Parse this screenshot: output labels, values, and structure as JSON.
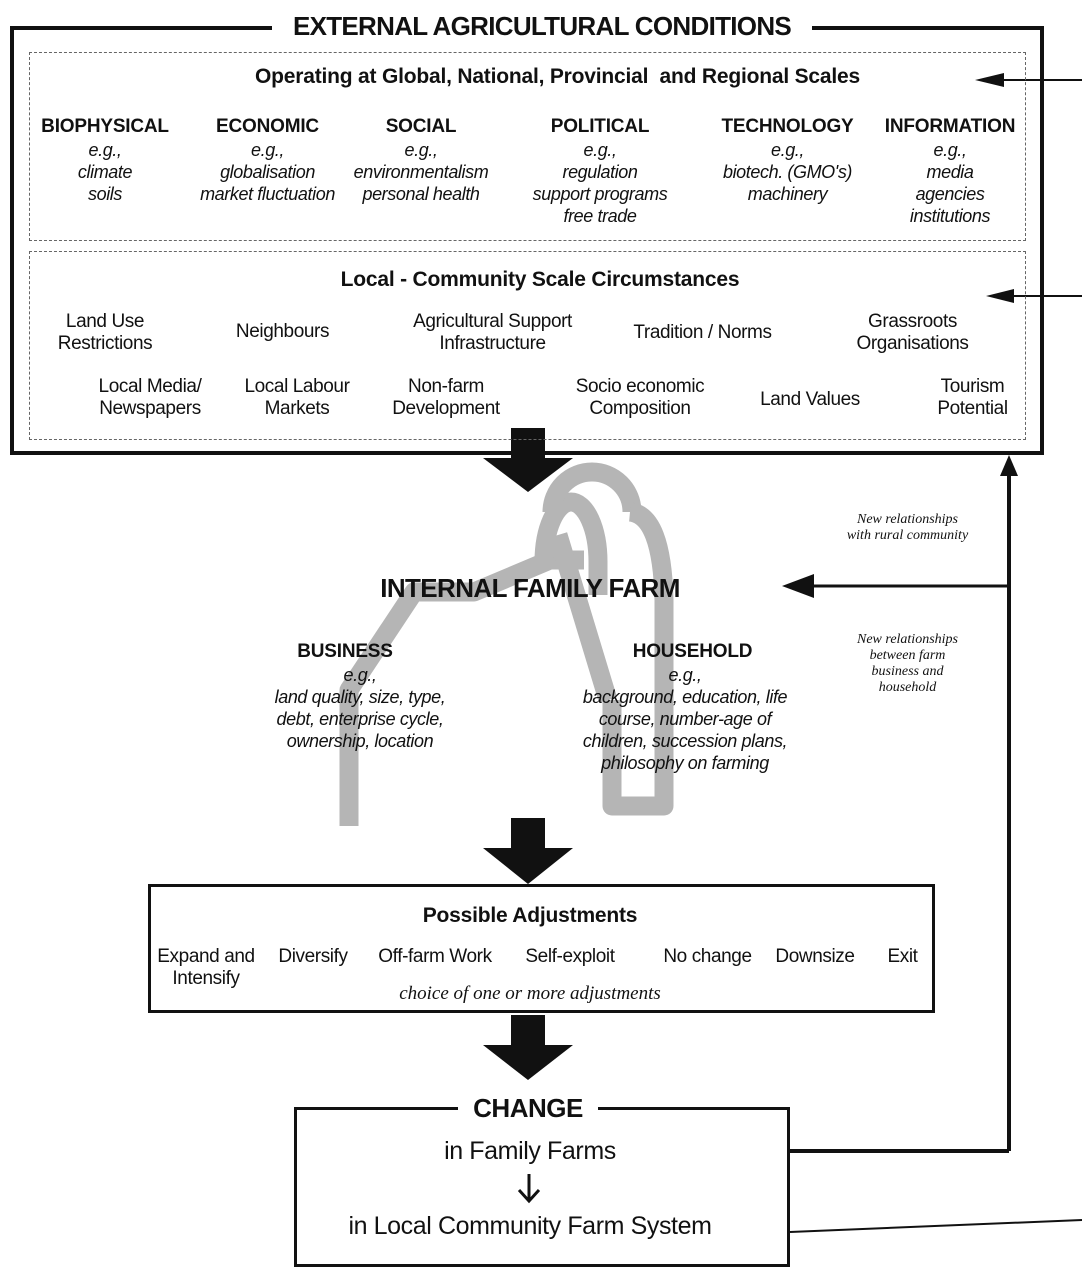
{
  "external": {
    "title": "EXTERNAL AGRICULTURAL CONDITIONS",
    "global_heading": "Operating at Global, National, Provincial  and Regional Scales",
    "categories": [
      {
        "name": "BIOPHYSICAL",
        "eg": "e.g.,",
        "examples": [
          "climate",
          "soils"
        ]
      },
      {
        "name": "ECONOMIC",
        "eg": "e.g.,",
        "examples": [
          "globalisation",
          "market fluctuation"
        ]
      },
      {
        "name": "SOCIAL",
        "eg": "e.g.,",
        "examples": [
          "environmentalism",
          "personal health"
        ]
      },
      {
        "name": "POLITICAL",
        "eg": "e.g.,",
        "examples": [
          "regulation",
          "support programs",
          "free trade"
        ]
      },
      {
        "name": "TECHNOLOGY",
        "eg": "e.g.,",
        "examples": [
          "biotech. (GMO's)",
          "machinery"
        ]
      },
      {
        "name": "INFORMATION",
        "eg": "e.g.,",
        "examples": [
          "media",
          "agencies",
          "institutions"
        ]
      }
    ],
    "local_heading": "Local - Community Scale Circumstances",
    "local_items": [
      [
        "Land Use",
        "Restrictions"
      ],
      [
        "Neighbours"
      ],
      [
        "Agricultural Support",
        "Infrastructure"
      ],
      [
        "Tradition / Norms"
      ],
      [
        "Grassroots",
        "Organisations"
      ],
      [
        "Local Media/",
        "Newspapers"
      ],
      [
        "Local Labour",
        "Markets"
      ],
      [
        "Non-farm",
        "Development"
      ],
      [
        "Socio economic",
        "Composition"
      ],
      [
        "Land Values"
      ],
      [
        "Tourism",
        "Potential"
      ]
    ]
  },
  "internal": {
    "title": "INTERNAL FAMILY FARM",
    "business": {
      "name": "BUSINESS",
      "eg": "e.g.,",
      "lines": [
        "land quality, size, type,",
        "debt, enterprise cycle,",
        "ownership, location"
      ]
    },
    "household": {
      "name": "HOUSEHOLD",
      "eg": "e.g.,",
      "lines": [
        "background, education, life",
        "course, number-age of",
        "children, succession plans,",
        "philosophy on farming"
      ]
    }
  },
  "relationships": {
    "rural": [
      "New relationships",
      "with rural community"
    ],
    "farm": [
      "New relationships",
      "between farm",
      "business and",
      "household"
    ]
  },
  "adjustments": {
    "title": "Possible Adjustments",
    "items": [
      [
        "Expand and",
        "Intensify"
      ],
      [
        "Diversify"
      ],
      [
        "Off-farm Work"
      ],
      [
        "Self-exploit"
      ],
      [
        "No change"
      ],
      [
        "Downsize"
      ],
      [
        "Exit"
      ]
    ],
    "note": "choice of one or more adjustments"
  },
  "change": {
    "title": "CHANGE",
    "line1": "in Family Farms",
    "line2": "in Local Community Farm System"
  },
  "colors": {
    "ink": "#111111",
    "house_outline": "#b5b5b5",
    "dash": "#666666"
  }
}
